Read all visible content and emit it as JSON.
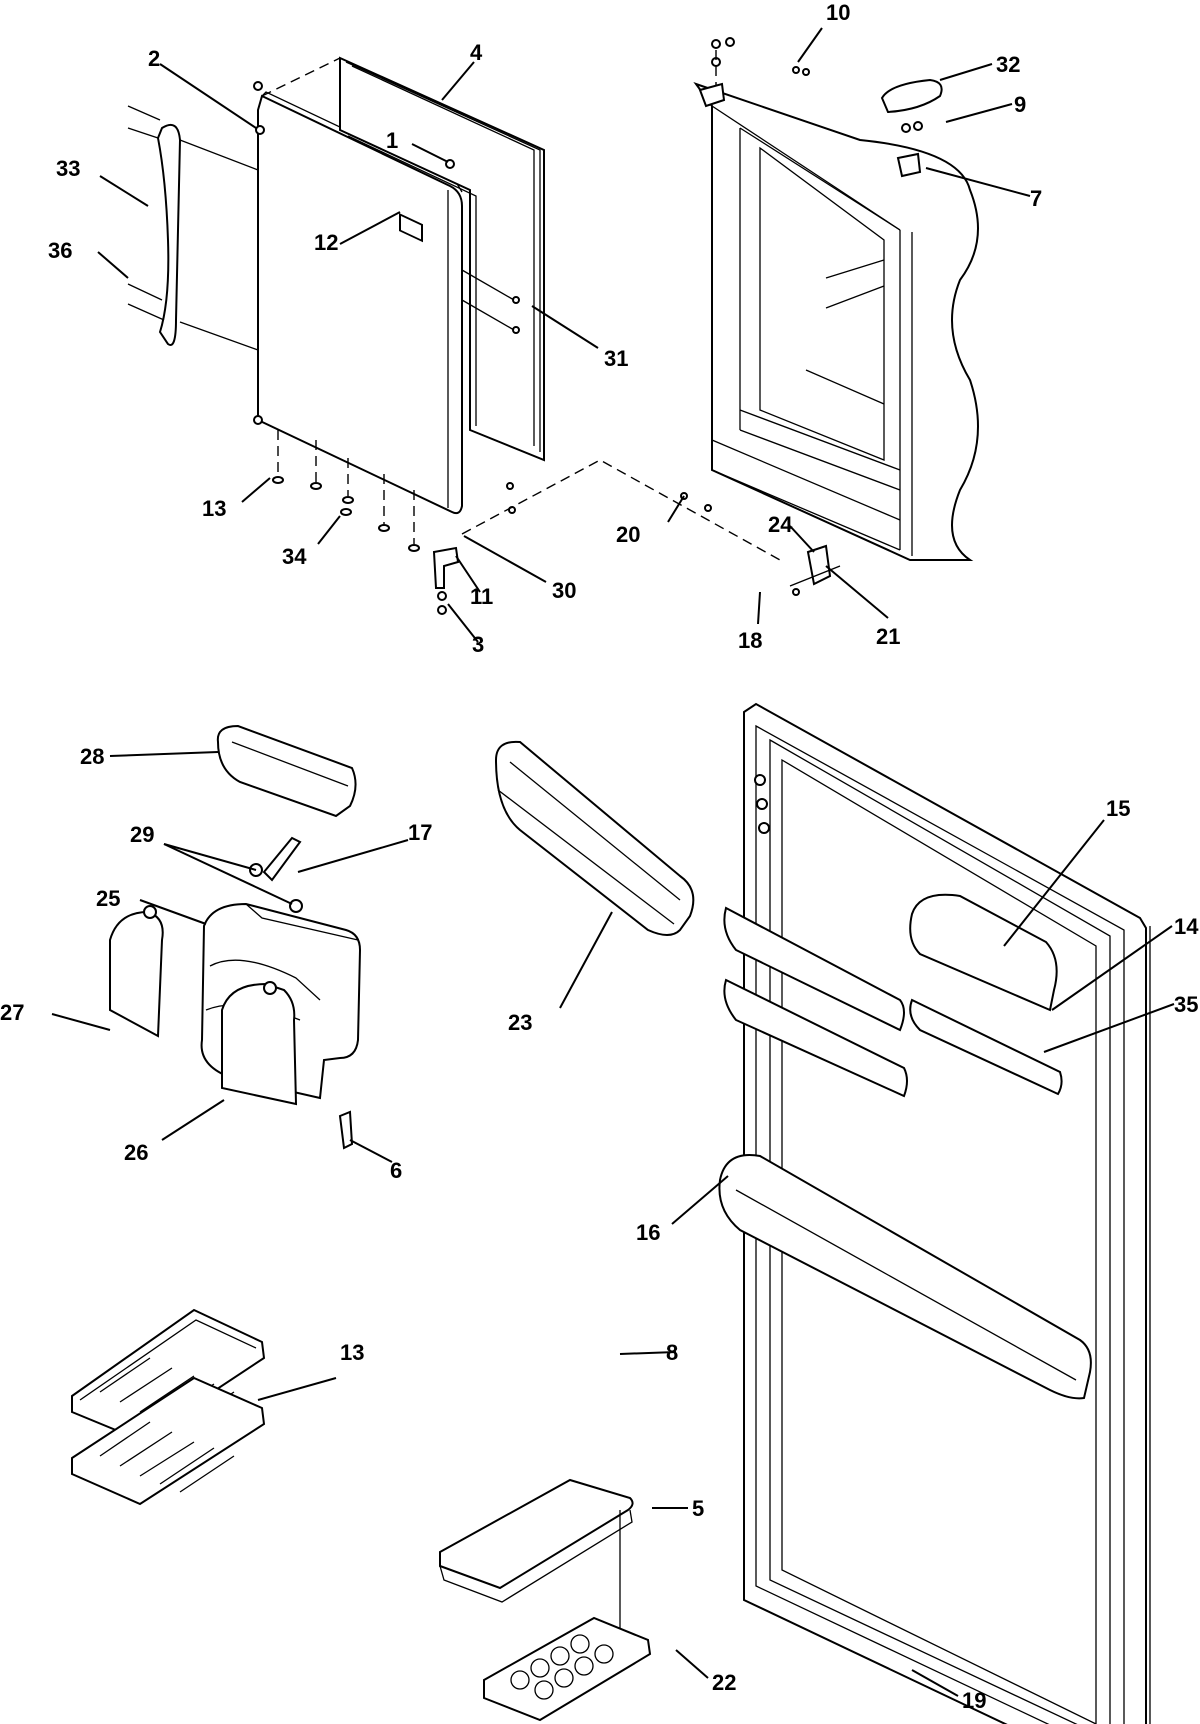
{
  "callouts": [
    {
      "id": "c2",
      "text": "2"
    },
    {
      "id": "c4",
      "text": "4"
    },
    {
      "id": "c1",
      "text": "1"
    },
    {
      "id": "c33",
      "text": "33"
    },
    {
      "id": "c36",
      "text": "36"
    },
    {
      "id": "c12",
      "text": "12"
    },
    {
      "id": "c31",
      "text": "31"
    },
    {
      "id": "c13a",
      "text": "13"
    },
    {
      "id": "c34",
      "text": "34"
    },
    {
      "id": "c11",
      "text": "11"
    },
    {
      "id": "c30",
      "text": "30"
    },
    {
      "id": "c3",
      "text": "3"
    },
    {
      "id": "c10",
      "text": "10"
    },
    {
      "id": "c32",
      "text": "32"
    },
    {
      "id": "c9",
      "text": "9"
    },
    {
      "id": "c7",
      "text": "7"
    },
    {
      "id": "c20",
      "text": "20"
    },
    {
      "id": "c24",
      "text": "24"
    },
    {
      "id": "c18",
      "text": "18"
    },
    {
      "id": "c21",
      "text": "21"
    },
    {
      "id": "c28",
      "text": "28"
    },
    {
      "id": "c29",
      "text": "29"
    },
    {
      "id": "c17",
      "text": "17"
    },
    {
      "id": "c25",
      "text": "25"
    },
    {
      "id": "c27",
      "text": "27"
    },
    {
      "id": "c26",
      "text": "26"
    },
    {
      "id": "c6",
      "text": "6"
    },
    {
      "id": "c23",
      "text": "23"
    },
    {
      "id": "c15",
      "text": "15"
    },
    {
      "id": "c14",
      "text": "14"
    },
    {
      "id": "c35",
      "text": "35"
    },
    {
      "id": "c16",
      "text": "16"
    },
    {
      "id": "c13b",
      "text": "13"
    },
    {
      "id": "c8",
      "text": "8"
    },
    {
      "id": "c5",
      "text": "5"
    },
    {
      "id": "c22",
      "text": "22"
    },
    {
      "id": "c19",
      "text": "19"
    }
  ]
}
